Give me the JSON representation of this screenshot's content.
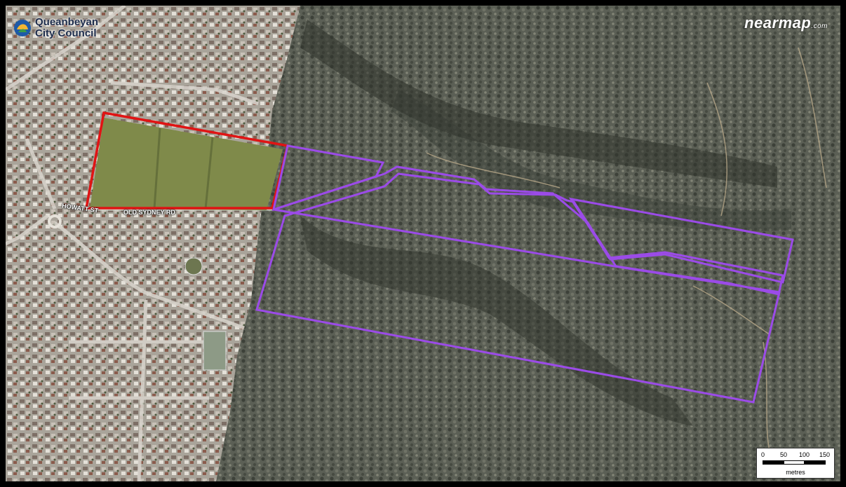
{
  "brand": {
    "council": "Queanbeyan City Council",
    "council_line1": "Queanbeyan",
    "council_line2": "City Council",
    "provider": "nearmap",
    "provider_suffix": ".com"
  },
  "roads": [
    {
      "id": "howatt-st",
      "label": "HOWATT ST"
    },
    {
      "id": "old-sydney-rd",
      "label": "OLD SYDNEY RD"
    }
  ],
  "colors": {
    "red_boundary": "#e01414",
    "purple_boundary": "#9b4be8",
    "bush": "#4f5349",
    "field": "#7f8a4a",
    "suburb": "#9a958d"
  },
  "scale": {
    "ticks": [
      "0",
      "50",
      "100",
      "150"
    ],
    "unit": "metres"
  },
  "layers": {
    "red_parcel": "red-boundary",
    "purple_parcels": "purple-boundaries"
  }
}
